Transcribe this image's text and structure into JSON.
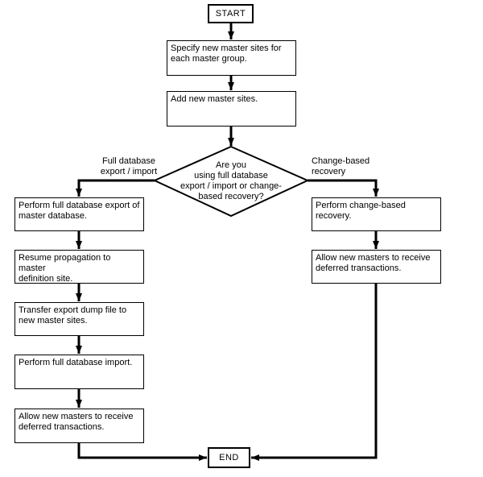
{
  "flowchart": {
    "nodes": {
      "start": {
        "label": "START"
      },
      "specify_sites": {
        "label": "Specify new master sites for\neach master group."
      },
      "add_sites": {
        "label": "Add new master sites."
      },
      "decision": {
        "label": "Are you\nusing full database\nexport / import or change-\nbased recovery?"
      },
      "perform_full_export": {
        "label": "Perform full database export of\nmaster database."
      },
      "resume_propagation": {
        "label": "Resume propagation to master\ndefinition site."
      },
      "transfer_dump": {
        "label": "Transfer export dump file to\nnew master sites."
      },
      "perform_full_import": {
        "label": "Perform full database import."
      },
      "allow_masters_left": {
        "label": "Allow new masters to receive\ndeferred transactions."
      },
      "perform_change_recovery": {
        "label": "Perform change-based recovery."
      },
      "allow_masters_right": {
        "label": "Allow new masters to receive\ndeferred transactions."
      },
      "end": {
        "label": "END"
      }
    },
    "branch_labels": {
      "left": {
        "label": "Full database\nexport / import"
      },
      "right": {
        "label": "Change-based\nrecovery"
      }
    },
    "colors": {
      "line": "#000000",
      "box_background": "#ffffff",
      "text": "#000000"
    }
  }
}
